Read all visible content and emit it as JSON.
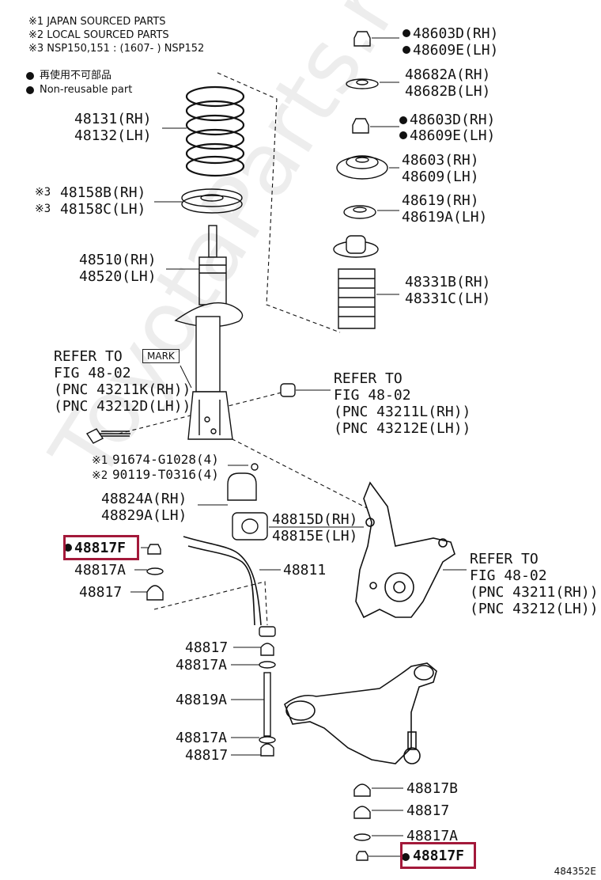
{
  "notes": {
    "n1": "※1 JAPAN SOURCED PARTS",
    "n2": "※2 LOCAL SOURCED PARTS",
    "n3": "※3 NSP150,151 : (1607-     ) NSP152",
    "legend1": "再使用不可部品",
    "legend2": "Non-reusable part"
  },
  "labels": {
    "p48603D": "48603D(RH)",
    "p48609E": "48609E(LH)",
    "p48682A": "48682A(RH)",
    "p48682B": "48682B(LH)",
    "p48603D2": "48603D(RH)",
    "p48609E2": "48609E(LH)",
    "p48603": "48603(RH)",
    "p48609": "48609(LH)",
    "p48619": "48619(RH)",
    "p48619A": "48619A(LH)",
    "p48331B": "48331B(RH)",
    "p48331C": "48331C(LH)",
    "p48131": "48131(RH)",
    "p48132": "48132(LH)",
    "p48158B": "48158B(RH)",
    "p48158C": "48158C(LH)",
    "p48510": "48510(RH)",
    "p48520": "48520(LH)",
    "refer_left_1": "REFER TO",
    "refer_left_2": "FIG 48-02",
    "refer_left_3": "(PNC 43211K(RH))",
    "refer_left_4": "(PNC 43212D(LH))",
    "refer_mid_1": "REFER TO",
    "refer_mid_2": "FIG 48-02",
    "refer_mid_3": "(PNC 43211L(RH))",
    "refer_mid_4": "(PNC 43212E(LH))",
    "mark": "MARK",
    "p91674": "91674-G1028(4)",
    "p90119": "90119-T0316(4)",
    "p48824A": "48824A(RH)",
    "p48829A": "48829A(LH)",
    "p48815D": "48815D(RH)",
    "p48815E": "48815E(LH)",
    "p48817F_top": "48817F",
    "p48817A_a": "48817A",
    "p48817_a": "48817",
    "p48811": "48811",
    "refer_right_1": "REFER TO",
    "refer_right_2": "FIG 48-02",
    "refer_right_3": "(PNC 43211(RH))",
    "refer_right_4": "(PNC 43212(LH))",
    "p48817_b": "48817",
    "p48817A_b": "48817A",
    "p48819A": "48819A",
    "p48817A_c": "48817A",
    "p48817_c": "48817",
    "p48817B": "48817B",
    "p48817_d": "48817",
    "p48817A_d": "48817A",
    "p48817F_bottom": "48817F",
    "watermark": "ToyotaParts.ru",
    "figure_code": "484352E"
  },
  "colors": {
    "highlight": "#a3193a",
    "line": "#111111"
  }
}
